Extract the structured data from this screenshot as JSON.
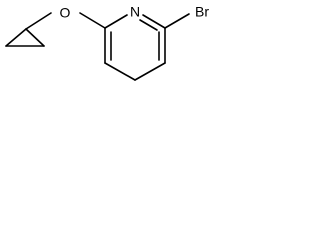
{
  "molecule": {
    "atoms": {
      "oxygen": "O",
      "nitrogen": "N",
      "bromine": "Br"
    },
    "line_color": "#000000",
    "background_color": "#ffffff"
  }
}
